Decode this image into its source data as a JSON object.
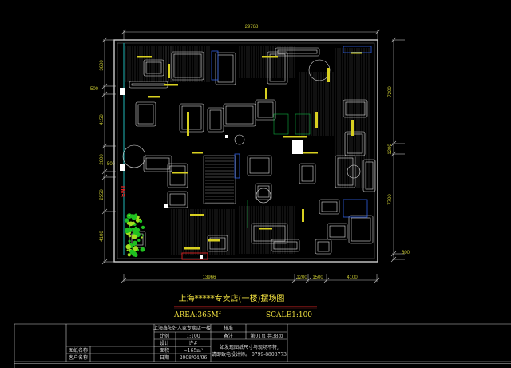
{
  "drawing": {
    "title": "上海*****专卖店(一楼)摆场图",
    "area": "AREA:365M",
    "area_sup": "2",
    "scale": "SCALE1:100"
  },
  "dimensions": {
    "top_total": "29768",
    "bottom": [
      "13966",
      "1200",
      "1500",
      "4100"
    ],
    "left": [
      "3600",
      "500",
      "4150",
      "2600",
      "500",
      "2550",
      "4100"
    ],
    "right": [
      "7200",
      "1200",
      "7700",
      "600"
    ]
  },
  "title_block": {
    "project": "上海鑫阳好人家专卖店一楼",
    "approve_label": "核准",
    "scale_label": "比例",
    "scale_value": "1:100",
    "remark_label": "备注",
    "page": "第01页 共38页",
    "design_label": "设计",
    "design_value": "许#",
    "drawing_name_label": "图纸名称",
    "area_label": "面积",
    "area_value": "≈165m²",
    "note_line1": "如发现图纸尺寸与现场不符,",
    "note_line2": "请即致电设计师。 0799-8808773",
    "client_label": "客户名称",
    "date_label": "日期",
    "date_value": "2008/04/06"
  }
}
